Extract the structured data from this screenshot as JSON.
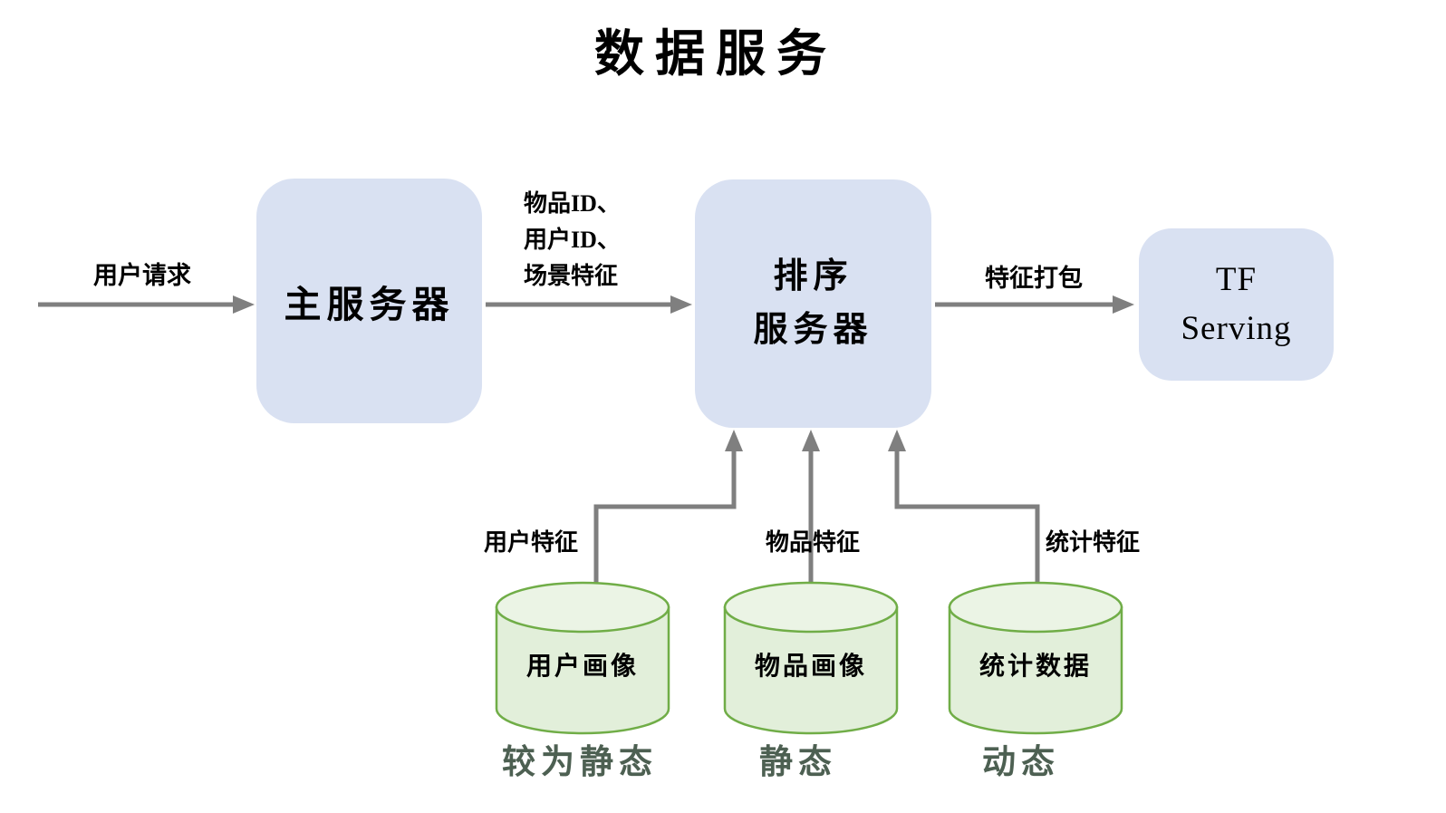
{
  "title": "数据服务",
  "nodes": {
    "main_server": {
      "label": "主服务器"
    },
    "rank_server": {
      "label": "排序\n服务器"
    },
    "tf_serving": {
      "label": "TF\nServing"
    },
    "user_profile_db": {
      "label": "用户画像",
      "caption": "较为静态"
    },
    "item_profile_db": {
      "label": "物品画像",
      "caption": "静态"
    },
    "stats_db": {
      "label": "统计数据",
      "caption": "动态"
    }
  },
  "edges": {
    "user_request": {
      "label": "用户请求"
    },
    "request_payload": {
      "lines": [
        "物品ID、",
        "用户ID、",
        "场景特征"
      ]
    },
    "feature_pack": {
      "label": "特征打包"
    },
    "user_features": {
      "label": "用户特征"
    },
    "item_features": {
      "label": "物品特征"
    },
    "stat_features": {
      "label": "统计特征"
    }
  },
  "colors": {
    "node_fill": "#d9e1f2",
    "cylinder_fill": "#e2efda",
    "cylinder_top_fill": "#ebf4e5",
    "cylinder_stroke": "#70ad47",
    "arrow": "#7f7f7f",
    "caption_text": "#4d6052",
    "text": "#000000"
  }
}
